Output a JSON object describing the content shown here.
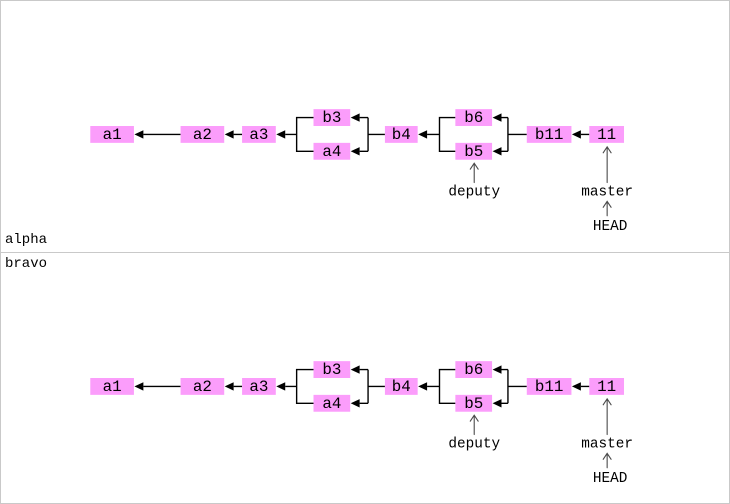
{
  "colors": {
    "node_fill": "#fb9dfb",
    "edge": "#000000",
    "ref_arrow": "#4a4a4a",
    "text": "#000000",
    "panel_border": "#c9c9c9",
    "background": "#ffffff"
  },
  "panels": [
    {
      "label": "alpha"
    },
    {
      "label": "bravo"
    }
  ],
  "graph": {
    "nodes": [
      {
        "id": "a1",
        "label": "a1"
      },
      {
        "id": "a2",
        "label": "a2"
      },
      {
        "id": "a3",
        "label": "a3"
      },
      {
        "id": "b3",
        "label": "b3"
      },
      {
        "id": "a4",
        "label": "a4"
      },
      {
        "id": "b4",
        "label": "b4"
      },
      {
        "id": "b6",
        "label": "b6"
      },
      {
        "id": "b5",
        "label": "b5"
      },
      {
        "id": "b11",
        "label": "b11"
      },
      {
        "id": "11",
        "label": "11"
      }
    ],
    "edges": [
      {
        "from": "a2",
        "to": "a1"
      },
      {
        "from": "a3",
        "to": "a2"
      },
      {
        "from": "b3",
        "to": "a3"
      },
      {
        "from": "a4",
        "to": "a3"
      },
      {
        "from": "b4",
        "to": "b3"
      },
      {
        "from": "b4",
        "to": "a4"
      },
      {
        "from": "b6",
        "to": "b4"
      },
      {
        "from": "b5",
        "to": "b4"
      },
      {
        "from": "b11",
        "to": "b6"
      },
      {
        "from": "b11",
        "to": "b5"
      },
      {
        "from": "11",
        "to": "b11"
      }
    ],
    "refs": [
      {
        "label": "deputy",
        "points_to": "b5"
      },
      {
        "label": "master",
        "points_to": "11"
      },
      {
        "label": "HEAD",
        "points_to": "master"
      }
    ]
  }
}
